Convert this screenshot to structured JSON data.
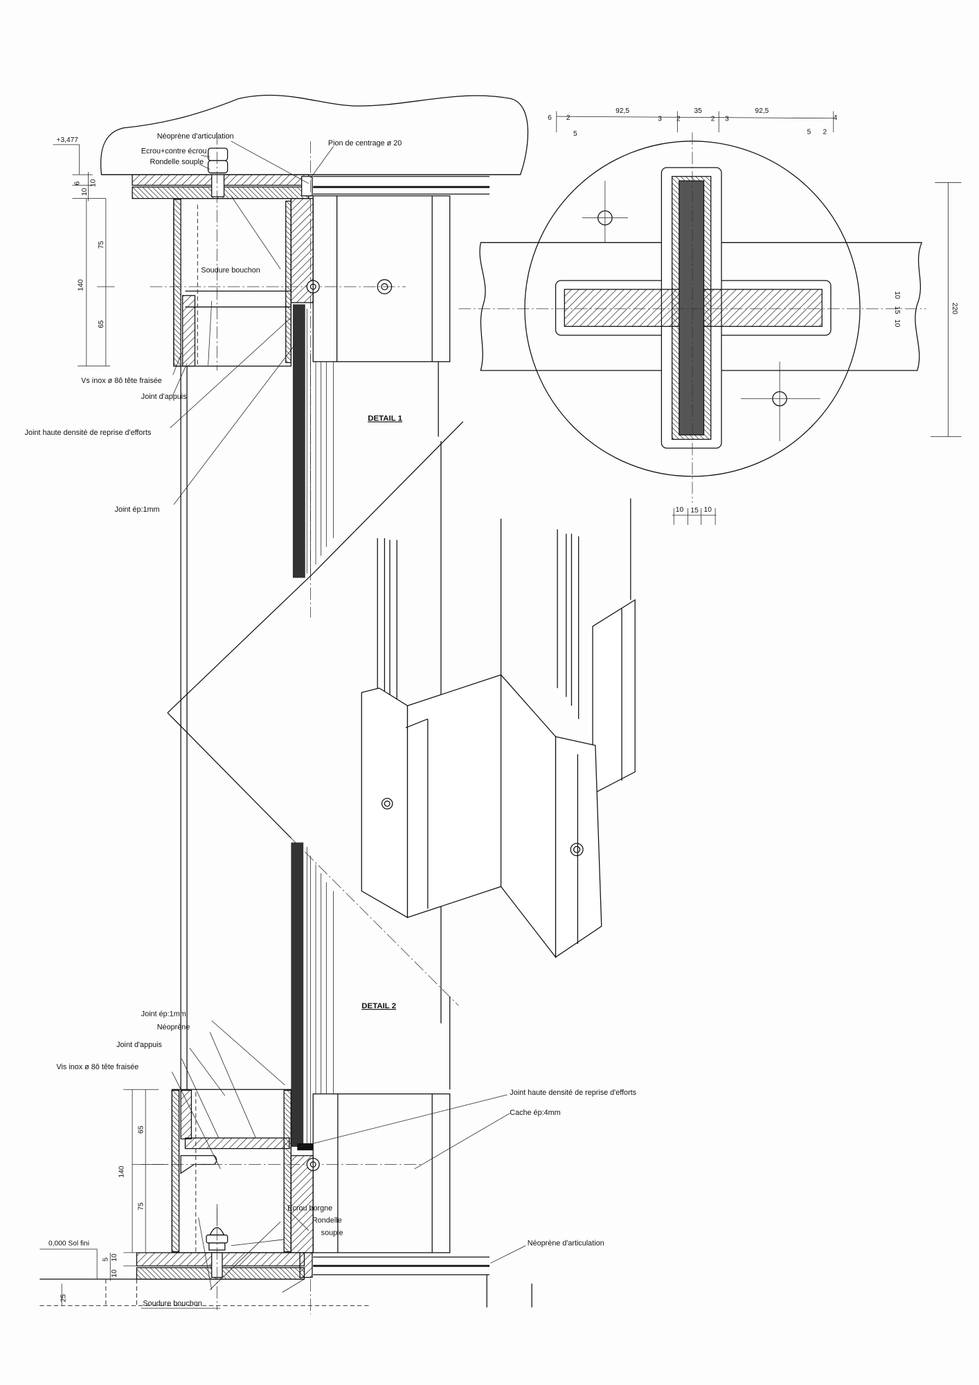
{
  "top_section": {
    "level": "+3,477",
    "labels": {
      "neoprene": "Néoprène d'articulation",
      "ecrou": "Ecrou+contre écrou",
      "rondelle": "Rondelle souple",
      "pion": "Pion de centrage ø 20",
      "soudure": "Soudure bouchon",
      "vis": "Vs inox  ø 8ô tête fraisée",
      "joint_appuis": "Joint d'appuis",
      "joint_hd": "Joint haute densité de reprise d'efforts",
      "joint_1mm": "Joint ép:1mm"
    },
    "dims": {
      "d6": "6",
      "d10a": "10",
      "d10b": "10",
      "d140": "140",
      "d75": "75",
      "d65": "65"
    }
  },
  "detail1": {
    "title": "DETAIL 1",
    "dims_top": [
      "6",
      "2",
      "5",
      "92,5",
      "3",
      "2",
      "35",
      "2",
      "3",
      "92,5",
      "4",
      "5",
      "2"
    ],
    "dims_bottom": [
      "10",
      "15",
      "10"
    ],
    "dims_right": [
      "10",
      "15",
      "10"
    ],
    "dim_height": "220"
  },
  "bottom_section": {
    "title": "DETAIL 2",
    "level": "0,000 Sol fini",
    "labels": {
      "joint_1mm": "Joint ép:1mm",
      "neoprene": "Néoprène",
      "joint_appuis": "Joint d'appuis",
      "vis": "Vis inox  ø 8ô tête fraisée",
      "joint_hd": "Joint haute densité de reprise d'efforts",
      "cache": "Cache ép:4mm",
      "ecrou": "Ecrou borgne",
      "rondelle1": "Rondelle",
      "rondelle2": "souple",
      "neoprene_art": "Néoprène d'articulation",
      "soudure": "Soudure bouchon"
    },
    "dims": {
      "d140": "140",
      "d65": "65",
      "d75": "75",
      "d5": "5",
      "d10a": "10",
      "d10b": "10",
      "d25": "25"
    }
  }
}
